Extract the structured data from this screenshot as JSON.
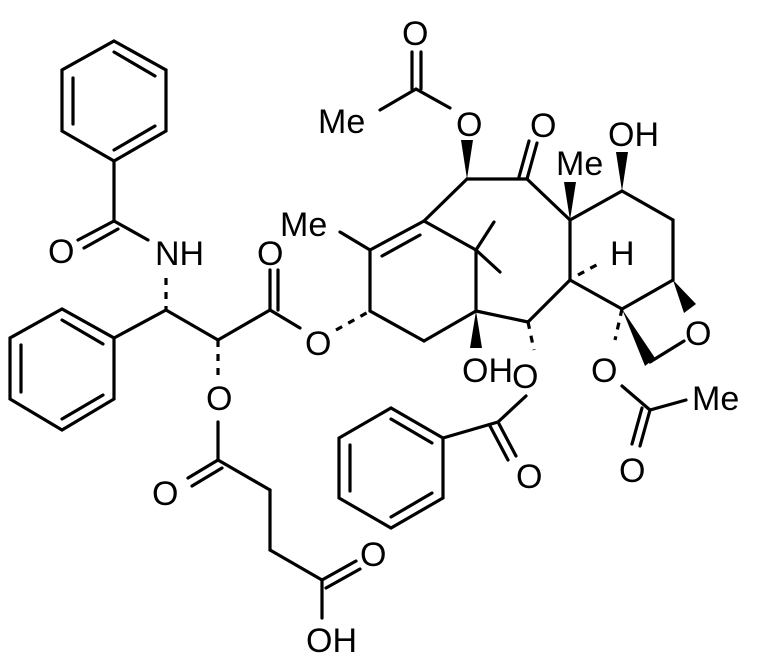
{
  "diagram": {
    "type": "chemical-structure",
    "compound": "Paclitaxel 2'-O-succinate",
    "background": "#ffffff",
    "line_color": "#000000",
    "labels": {
      "acetyl_top_O": "O",
      "acetyl_top_Me": "Me",
      "c10_O": "O",
      "c9_ketone_O": "O",
      "c8_Me": "Me",
      "c7_OH": "OH",
      "c19_H": "H",
      "c18_Me": "Me",
      "amide_O": "O",
      "amide_NH": "NH",
      "ester_carbonyl_O": "O",
      "side_chain_ester_O": "O",
      "c1_OH": "OH",
      "c2_O": "O",
      "c4_O": "O",
      "oxetane_O": "O",
      "c4_acetyl_Me": "Me",
      "c4_acetyl_carbonyl_O": "O",
      "benzoate_carbonyl_O": "O",
      "c2prime_O": "O",
      "succinyl_carbonyl_O": "O",
      "acid_carbonyl_O": "O",
      "acid_OH": "OH"
    },
    "groups": [
      "benzamide phenyl",
      "3'-phenyl",
      "2-benzoate phenyl",
      "taxane core",
      "oxetane ring",
      "succinic acid ester"
    ]
  }
}
